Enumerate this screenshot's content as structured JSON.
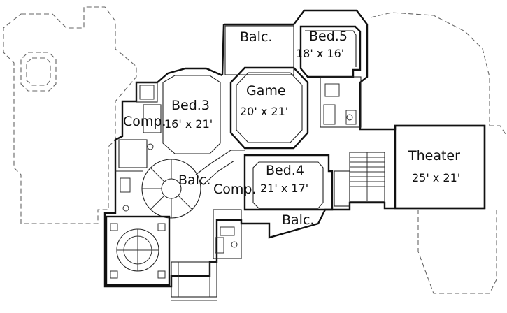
{
  "rooms": {
    "balc_top": {
      "name": "Balc."
    },
    "bed5": {
      "name": "Bed.5",
      "size": "18' x 16'"
    },
    "game": {
      "name": "Game",
      "size": "20' x 21'"
    },
    "bed3": {
      "name": "Bed.3",
      "size": "16' x 21'"
    },
    "comp_left": {
      "name": "Comp."
    },
    "theater": {
      "name": "Theater",
      "size": "25' x 21'"
    },
    "bed4": {
      "name": "Bed.4",
      "size": "21' x 17'"
    },
    "balc_mid": {
      "name": "Balc."
    },
    "comp_mid": {
      "name": "Comp."
    },
    "balc_bottom": {
      "name": "Balc."
    }
  }
}
